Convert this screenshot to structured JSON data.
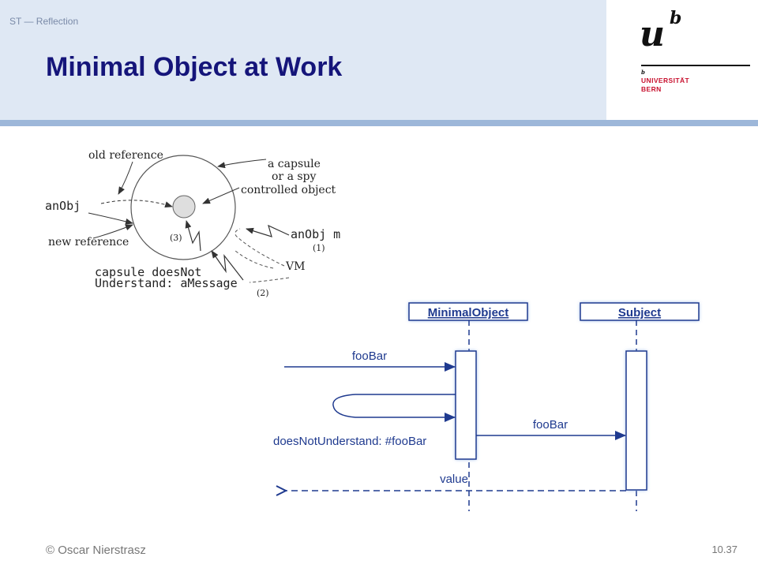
{
  "header": {
    "course": "ST — Reflection",
    "title": "Minimal Object at Work"
  },
  "logo": {
    "u": "u",
    "b": "b",
    "small_b": "b",
    "line1": "UNIVERSITÄT",
    "line2": "BERN",
    "brand_color": "#c8102e"
  },
  "capsule_diagram": {
    "old_reference": "old reference",
    "an_obj": "anObj",
    "new_reference": "new reference",
    "capsule_line1": "a capsule",
    "capsule_line2": "or a spy",
    "capsule_line3": "controlled object",
    "an_obj_m": "anObj m",
    "step1": "(1)",
    "step2": "(2)",
    "step3": "(3)",
    "vm": "VM",
    "dnu_line1": "capsule doesNot",
    "dnu_line2": "Understand: aMessage"
  },
  "sequence_diagram": {
    "lifeline1": "MinimalObject",
    "lifeline2": "Subject",
    "msg1": "fooBar",
    "msg2": "doesNotUnderstand: #fooBar",
    "msg3": "fooBar",
    "msg4": "value",
    "line_color": "#1f3a8f"
  },
  "footer": {
    "author": "© Oscar Nierstrasz",
    "page": "10.37"
  }
}
